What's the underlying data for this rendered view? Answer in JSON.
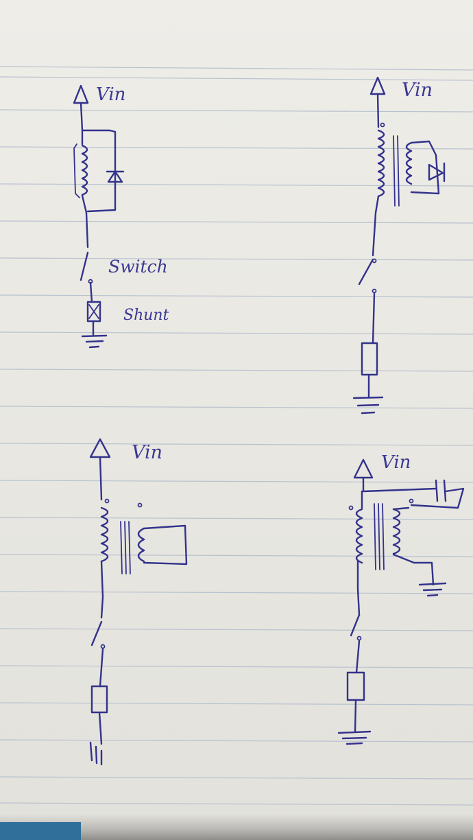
{
  "colors": {
    "paper": "#eeede8",
    "ink": "#33328c",
    "rule": "#b9c2cf"
  },
  "circuits": {
    "a": {
      "vin": "Vin",
      "switch": "Switch",
      "shunt": "Shunt"
    },
    "b": {
      "vin": "Vin"
    },
    "c": {
      "vin": "Vin"
    },
    "d": {
      "vin": "Vin"
    }
  }
}
